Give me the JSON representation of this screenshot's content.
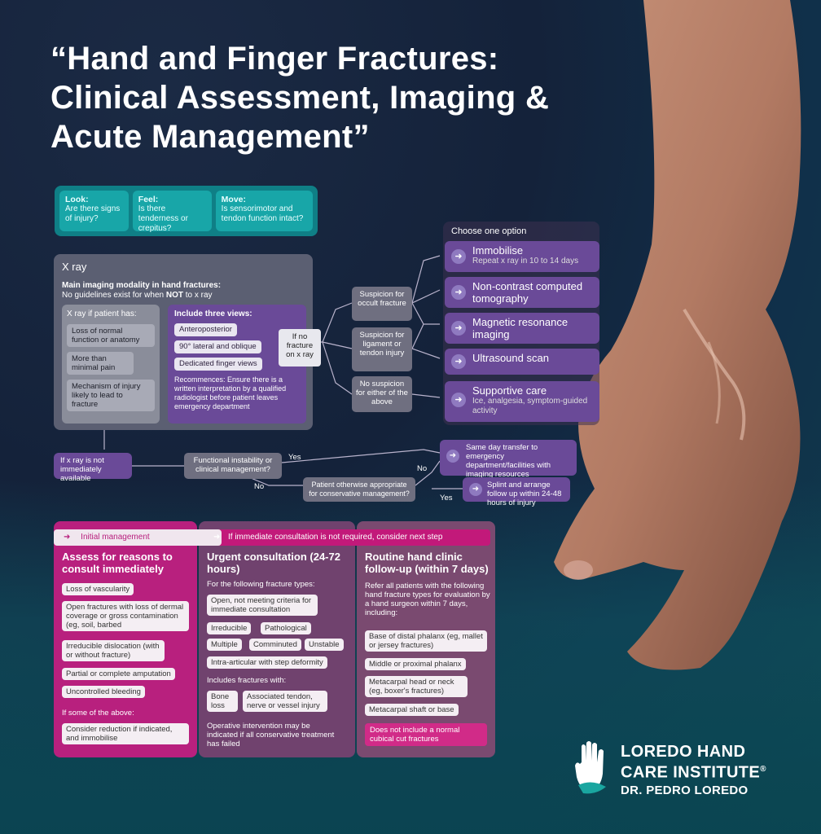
{
  "title": "“Hand and Finger Fractures: Clinical Assessment, Imaging & Acute Management”",
  "look_feel_move": [
    {
      "label": "Look:",
      "text": "Are there signs of injury?"
    },
    {
      "label": "Feel:",
      "text": "Is there tenderness or crepitus?"
    },
    {
      "label": "Move:",
      "text": "Is sensorimotor and tendon function intact?"
    }
  ],
  "xray": {
    "heading": "X ray",
    "sub1": "Main imaging modality in hand fractures:",
    "sub2_pre": "No guidelines exist for when ",
    "sub2_bold": "NOT",
    "sub2_post": " to x ray",
    "left_title": "X ray if patient has:",
    "left_items": [
      "Loss of normal function or anatomy",
      "More than minimal pain",
      "Mechanism of injury likely to lead to fracture"
    ],
    "right_title": "Include three views:",
    "right_items": [
      "Anteroposterior",
      "90° lateral and oblique",
      "Dedicated finger views"
    ],
    "recommend": "Recommences: Ensure there is a written interpretation by a qualified radiologist before patient leaves emergency department"
  },
  "flow": {
    "if_no_fracture": "If no fracture on x ray",
    "occult": "Suspicion for occult fracture",
    "ligament": "Suspicion for ligament or tendon injury",
    "no_suspicion": "No suspicion for either of the above",
    "not_available": "If x ray is not immediately available",
    "functional": "Functional instability or clinical management?",
    "otherwise": "Patient otherwise appropriate for conservative management?",
    "same_day": "Same day transfer to emergency department/facilities with imaging resources",
    "splint": "Splint and arrange follow up within 24-48 hours of injury",
    "yes1": "Yes",
    "no1": "No",
    "no2": "No",
    "yes2": "Yes"
  },
  "options": {
    "title": "Choose one option",
    "items": [
      {
        "label": "Immobilise",
        "sub": "Repeat x ray in 10 to 14 days"
      },
      {
        "label": "Non-contrast computed tomography",
        "sub": ""
      },
      {
        "label": "Magnetic resonance imaging",
        "sub": ""
      },
      {
        "label": "Ultrasound scan",
        "sub": ""
      },
      {
        "label": "Supportive care",
        "sub": "Ice, analgesia, symptom-guided activity"
      }
    ]
  },
  "bottom": {
    "initial": "Initial management",
    "banner": "If immediate consultation is not required, consider next step",
    "p1_title": "Assess for reasons to consult immediately",
    "p1_items": [
      "Loss of vascularity",
      "Open fractures with loss of dermal coverage or gross contamination (eg, soil, barbed",
      "Irreducible dislocation (with or without fracture)",
      "Partial or complete amputation",
      "Uncontrolled bleeding"
    ],
    "p1_if": "If some of the above:",
    "p1_action": "Consider reduction if indicated, and immobilise",
    "p2_title": "Urgent consultation (24-72 hours)",
    "p2_sub": "For the following fracture types:",
    "p2_items": [
      "Open, not meeting criteria for immediate consultation",
      "Irreducible",
      "Pathological",
      "Multiple",
      "Comminuted",
      "Unstable",
      "Intra-articular with step deformity"
    ],
    "p2_inc": "Includes fractures with:",
    "p2_inc_items": [
      "Bone loss",
      "Associated tendon, nerve or vessel injury"
    ],
    "p2_note": "Operative intervention may be indicated if all conservative treatment has failed",
    "p3_title": "Routine hand clinic follow-up (within 7 days)",
    "p3_sub": "Refer all patients with the following hand fracture types for evaluation by a hand surgeon within 7 days, including:",
    "p3_items": [
      "Base of distal phalanx (eg, mallet or jersey fractures)",
      "Middle or proximal phalanx",
      "Metacarpal head or neck (eg, boxer's fractures)",
      "Metacarpal shaft or base"
    ],
    "p3_note": "Does not include a normal cubical cut fractures"
  },
  "logo": {
    "line1": "LOREDO HAND",
    "line2": "CARE INSTITUTE",
    "reg": "®",
    "line3": "DR. PEDRO LOREDO"
  },
  "colors": {
    "purple": "#6a4a98",
    "magenta": "#b8207e",
    "teal": "#18a6a8"
  }
}
